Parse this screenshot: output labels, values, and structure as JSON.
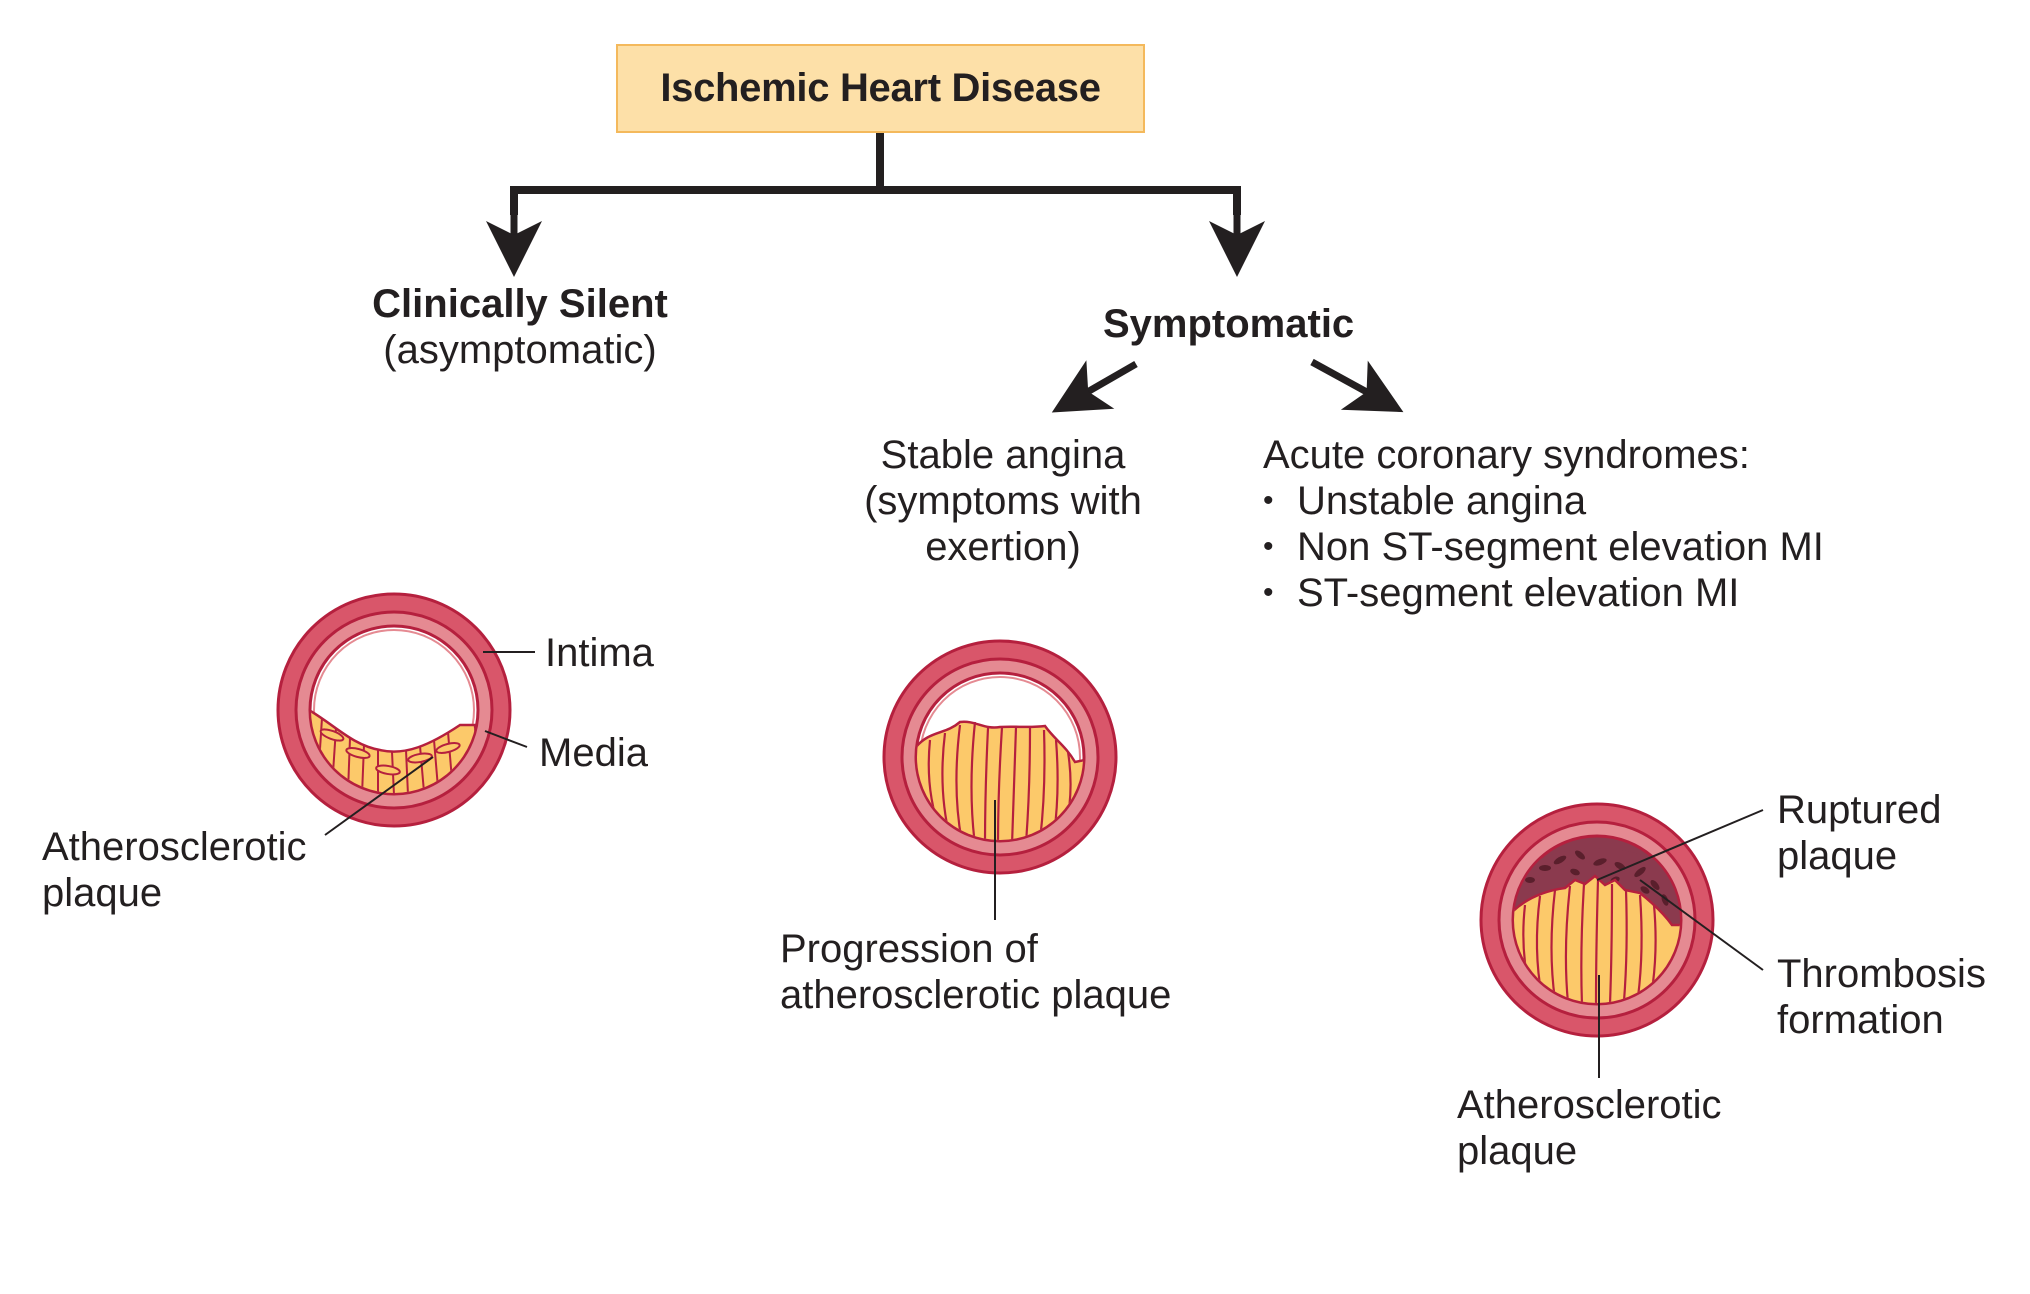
{
  "title": "Ischemic Heart Disease",
  "branches": {
    "silent": {
      "heading": "Clinically Silent",
      "subheading": "(asymptomatic)"
    },
    "symptomatic": {
      "heading": "Symptomatic",
      "stable": {
        "lines": [
          "Stable angina",
          "(symptoms with",
          "exertion)"
        ]
      },
      "acute": {
        "heading": "Acute coronary syndromes:",
        "items": [
          "Unstable angina",
          "Non ST-segment elevation MI",
          "ST-segment elevation MI"
        ]
      }
    }
  },
  "vessels": {
    "silent": {
      "labels": {
        "intima": "Intima",
        "media": "Media",
        "plaque": [
          "Atherosclerotic",
          "plaque"
        ]
      }
    },
    "stable": {
      "labels": {
        "plaque": [
          "Progression of",
          "atherosclerotic plaque"
        ]
      }
    },
    "acute": {
      "labels": {
        "ruptured": [
          "Ruptured",
          "plaque"
        ],
        "thrombosis": [
          "Thrombosis",
          "formation"
        ],
        "plaque": [
          "Atherosclerotic",
          "plaque"
        ]
      }
    }
  },
  "colors": {
    "box_fill": "#fde0a8",
    "box_border": "#f4b95c",
    "adventitia": "#d9566a",
    "media": "#e58a92",
    "vessel_stroke": "#b5203e",
    "plaque": "#fcc96a",
    "thrombus": "#8b3a4e",
    "thrombus_spots": "#5a1f2c",
    "text": "#231f20"
  }
}
